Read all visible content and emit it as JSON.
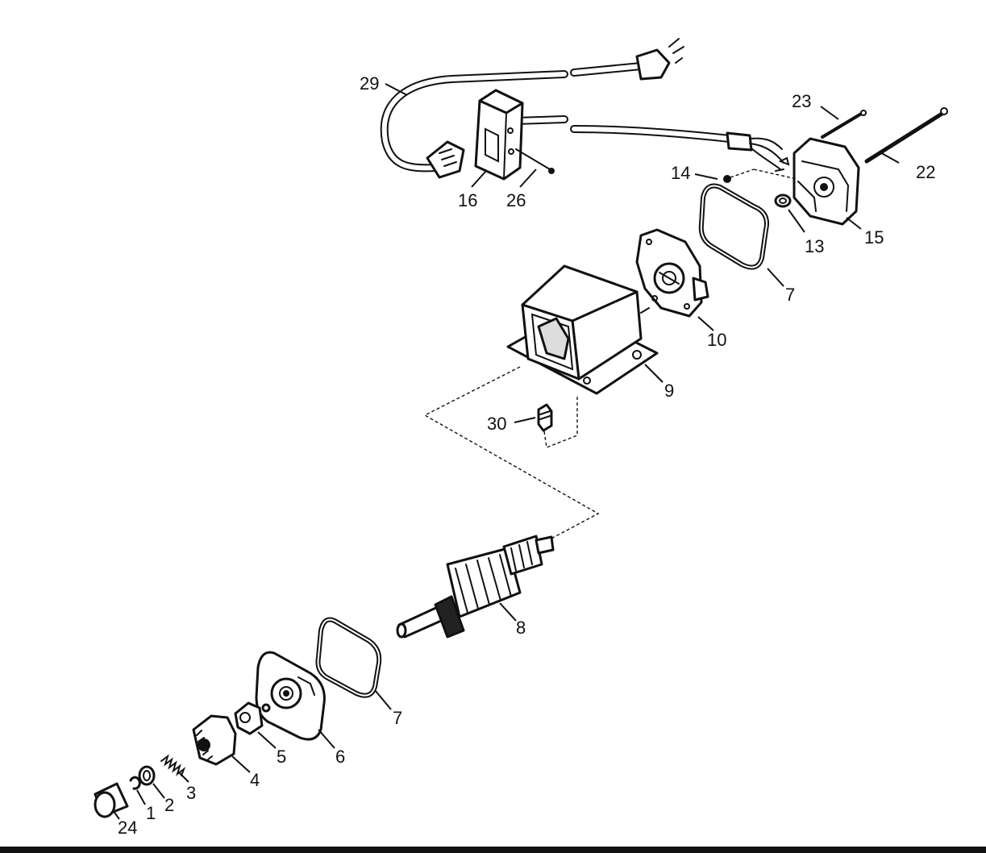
{
  "labels": {
    "p29": "29",
    "p16": "16",
    "p26": "26",
    "p23": "23",
    "p22": "22",
    "p14": "14",
    "p13": "13",
    "p15": "15",
    "p7a": "7",
    "p10": "10",
    "p9": "9",
    "p30": "30",
    "p8": "8",
    "p7b": "7",
    "p6": "6",
    "p5": "5",
    "p4": "4",
    "p3": "3",
    "p2": "2",
    "p1": "1",
    "p24": "24"
  }
}
